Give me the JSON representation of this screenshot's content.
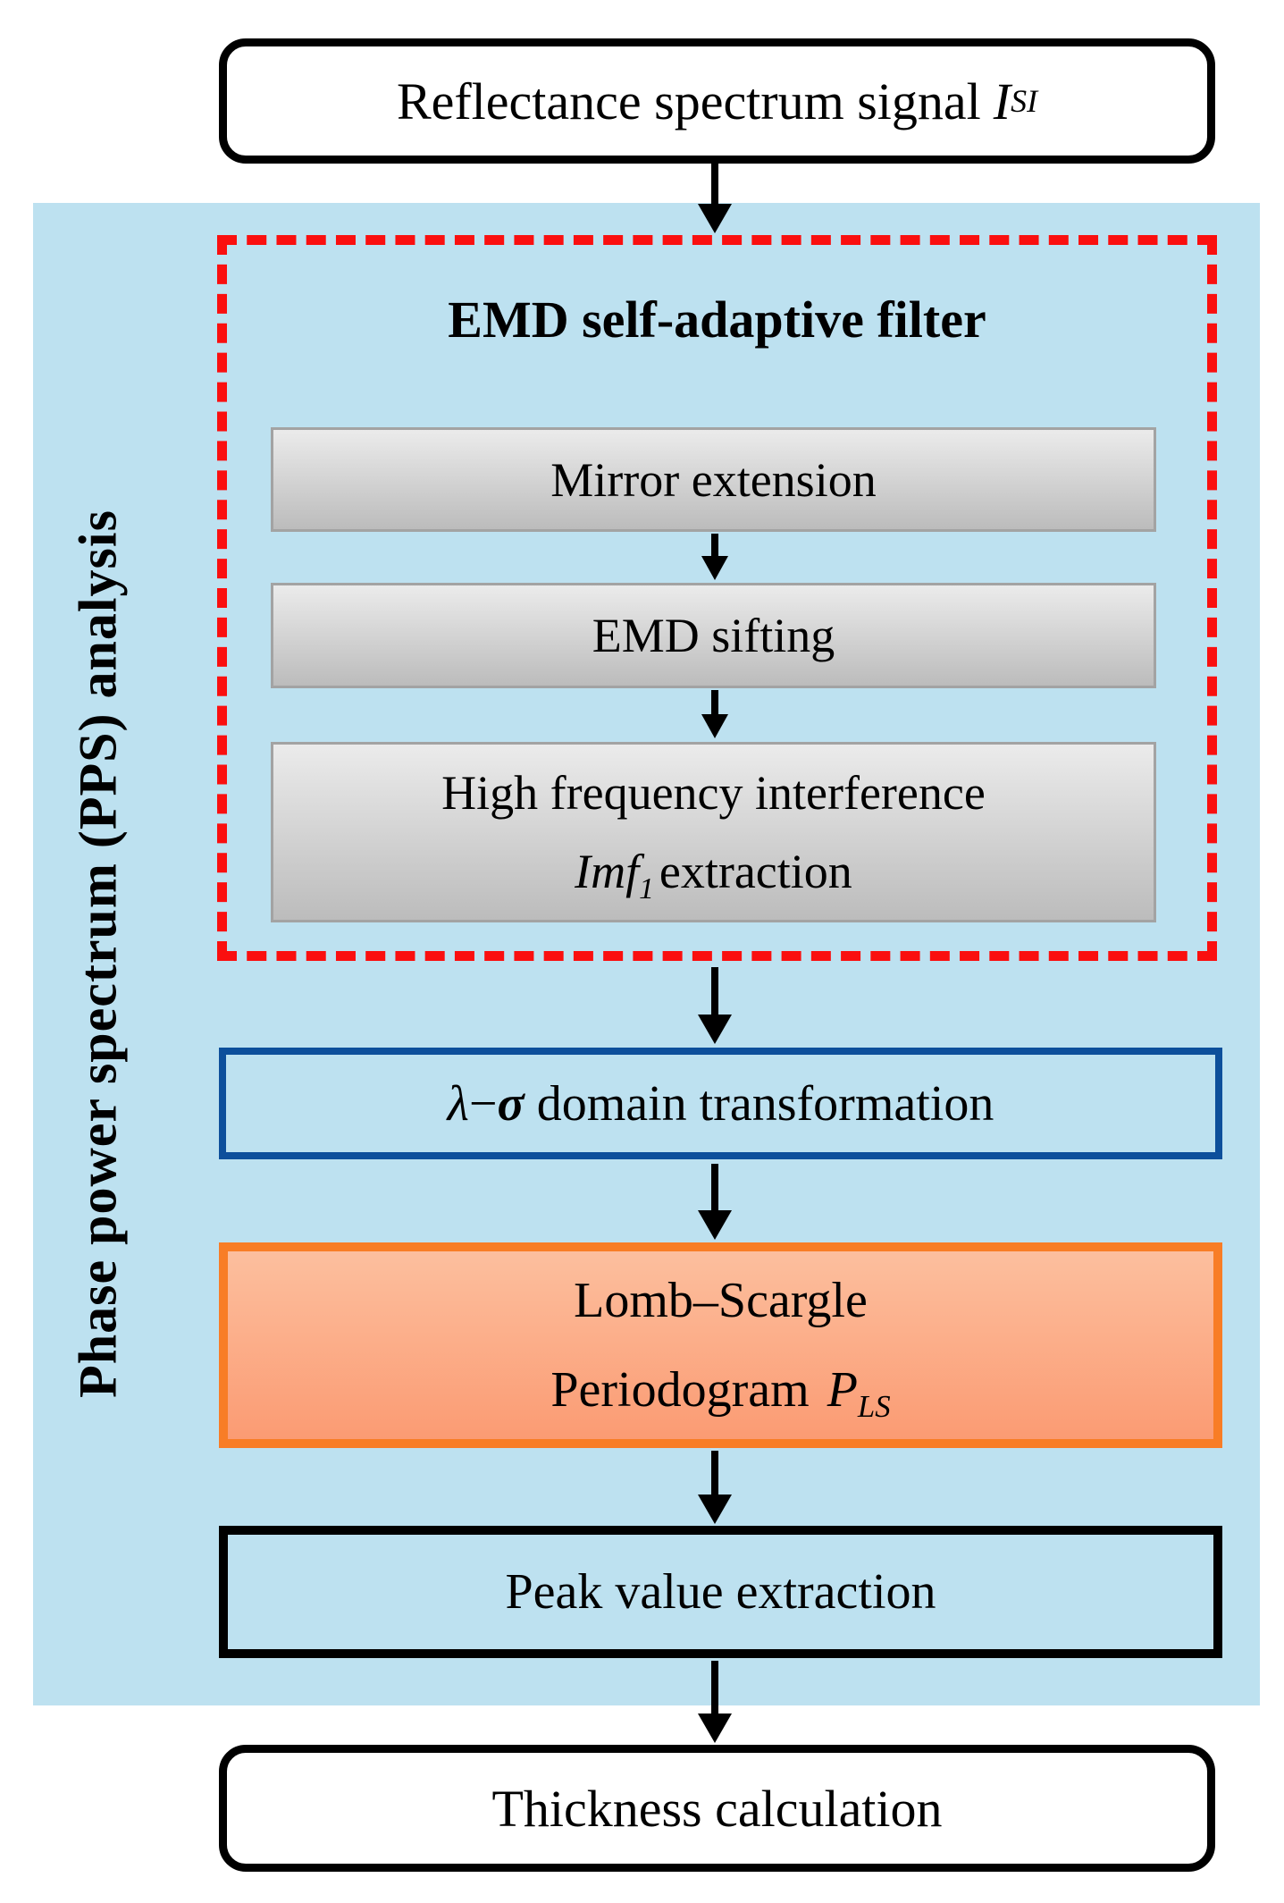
{
  "colors": {
    "panel_blue": "#bde1f0",
    "dashed_red": "#fa0f0f",
    "gray_fill_top": "#ebebeb",
    "gray_fill_bottom": "#bcbcbc",
    "gray_border": "#a3a3a3",
    "blue_border": "#0d4f9b",
    "orange_border": "#f87d26",
    "orange_fill_top": "#fcbf9e",
    "orange_fill_bottom": "#fb9b73",
    "line_black": "#000000"
  },
  "nodes": {
    "reflectance": {
      "label": "Reflectance spectrum signal",
      "symbol": "I",
      "symbol_sub": "SI"
    },
    "pps_panel_label": "Phase power spectrum (PPS) analysis",
    "emd_filter": {
      "title": "EMD self-adaptive filter",
      "step1": "Mirror extension",
      "step2": "EMD sifting",
      "step3_line1": "High frequency interference",
      "step3_symbol": "Imf",
      "step3_symbol_sub": "1",
      "step3_suffix": "extraction"
    },
    "domain_transform": {
      "symbol_lambda": "λ",
      "symbol_minus": "−",
      "symbol_sigma": "σ",
      "label": "domain transformation"
    },
    "lomb_scargle": {
      "line1": "Lomb–Scargle",
      "line2": "Periodogram",
      "symbol": "P",
      "symbol_sub": "LS"
    },
    "peak_extraction": {
      "label": "Peak value extraction"
    },
    "thickness": {
      "label": "Thickness calculation"
    }
  }
}
